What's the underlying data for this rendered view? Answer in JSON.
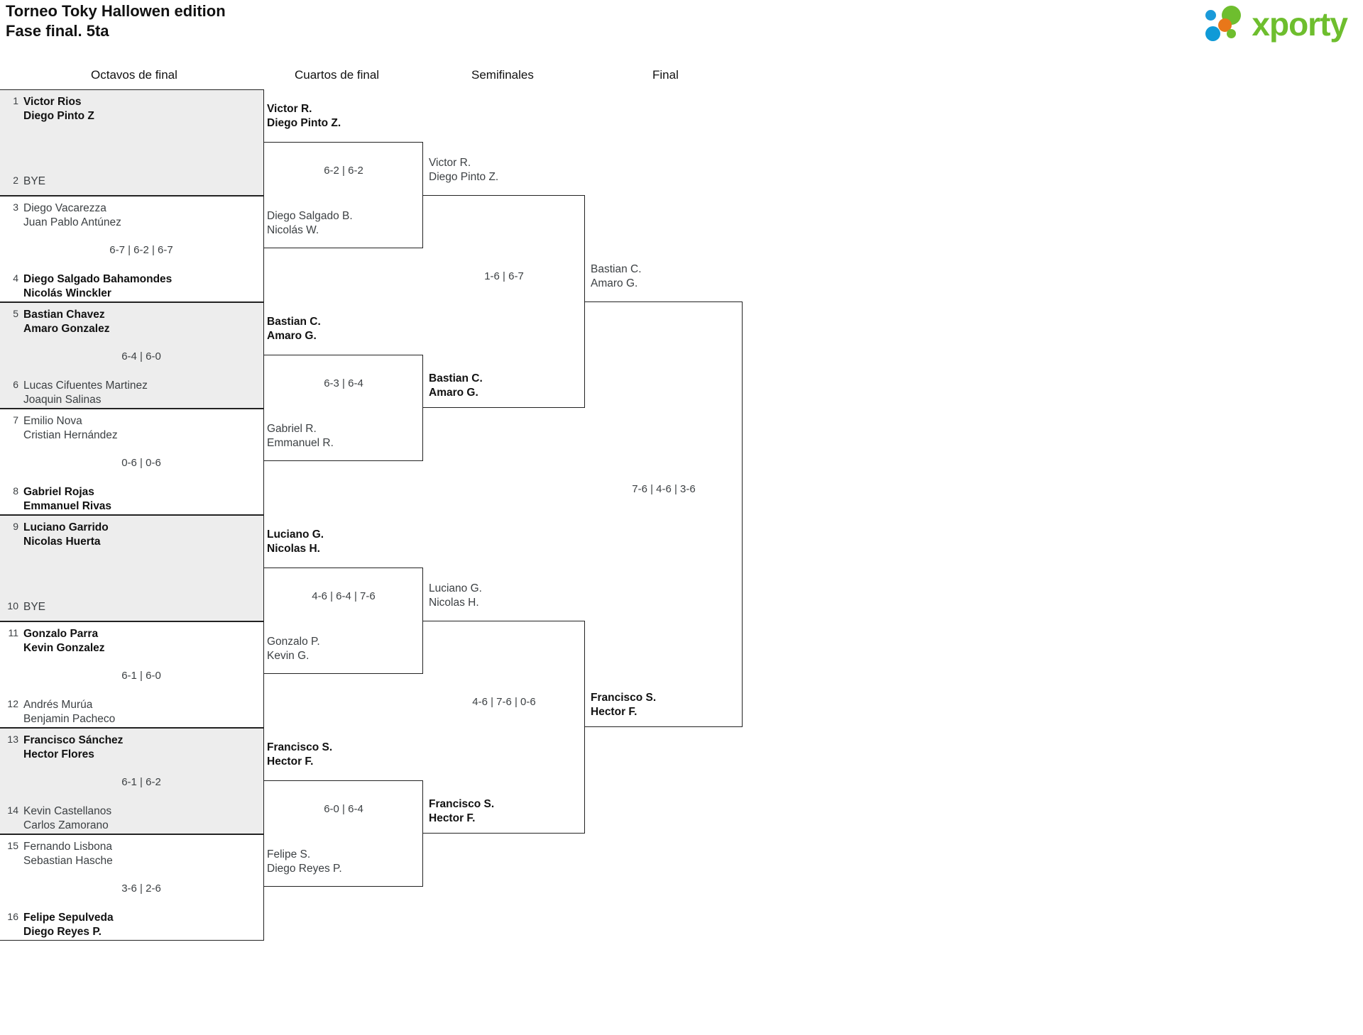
{
  "header": {
    "title_line1": "Torneo Toky Hallowen edition",
    "title_line2": "Fase final. 5ta"
  },
  "brand": {
    "name": "xporty"
  },
  "rounds": [
    {
      "label": "Octavos de final"
    },
    {
      "label": "Cuartos de final"
    },
    {
      "label": "Semifinales"
    },
    {
      "label": "Final"
    }
  ],
  "round1": {
    "matches": [
      {
        "score": "",
        "top": {
          "seed": "1",
          "line1": "Victor Rios",
          "line2": "Diego Pinto Z",
          "winner": true
        },
        "bottom": {
          "seed": "2",
          "line1": "BYE",
          "line2": "",
          "winner": false
        }
      },
      {
        "score": "6-7 | 6-2 | 6-7",
        "top": {
          "seed": "3",
          "line1": "Diego Vacarezza",
          "line2": "Juan Pablo Antúnez",
          "winner": false
        },
        "bottom": {
          "seed": "4",
          "line1": "Diego Salgado Bahamondes",
          "line2": "Nicolás Winckler",
          "winner": true
        }
      },
      {
        "score": "6-4 | 6-0",
        "top": {
          "seed": "5",
          "line1": "Bastian Chavez",
          "line2": "Amaro Gonzalez",
          "winner": true
        },
        "bottom": {
          "seed": "6",
          "line1": "Lucas Cifuentes Martinez",
          "line2": "Joaquin Salinas",
          "winner": false
        }
      },
      {
        "score": "0-6 | 0-6",
        "top": {
          "seed": "7",
          "line1": "Emilio Nova",
          "line2": "Cristian Hernández",
          "winner": false
        },
        "bottom": {
          "seed": "8",
          "line1": "Gabriel Rojas",
          "line2": "Emmanuel Rivas",
          "winner": true
        }
      },
      {
        "score": "",
        "top": {
          "seed": "9",
          "line1": "Luciano Garrido",
          "line2": "Nicolas Huerta",
          "winner": true
        },
        "bottom": {
          "seed": "10",
          "line1": "BYE",
          "line2": "",
          "winner": false
        }
      },
      {
        "score": "6-1 | 6-0",
        "top": {
          "seed": "11",
          "line1": "Gonzalo Parra",
          "line2": "Kevin Gonzalez",
          "winner": true
        },
        "bottom": {
          "seed": "12",
          "line1": "Andrés Murúa",
          "line2": "Benjamin Pacheco",
          "winner": false
        }
      },
      {
        "score": "6-1 | 6-2",
        "top": {
          "seed": "13",
          "line1": "Francisco Sánchez",
          "line2": "Hector Flores",
          "winner": true
        },
        "bottom": {
          "seed": "14",
          "line1": "Kevin Castellanos",
          "line2": "Carlos Zamorano",
          "winner": false
        }
      },
      {
        "score": "3-6 | 2-6",
        "top": {
          "seed": "15",
          "line1": "Fernando Lisbona",
          "line2": "Sebastian Hasche",
          "winner": false
        },
        "bottom": {
          "seed": "16",
          "line1": "Felipe Sepulveda",
          "line2": "Diego Reyes P.",
          "winner": true
        }
      }
    ]
  },
  "round2": {
    "matches": [
      {
        "score": "6-2 | 6-2",
        "top": {
          "line1": "Victor R.",
          "line2": "Diego Pinto Z.",
          "winner": true
        },
        "bottom": {
          "line1": "Diego Salgado B.",
          "line2": "Nicolás W.",
          "winner": false
        }
      },
      {
        "score": "6-3 | 6-4",
        "top": {
          "line1": "Bastian C.",
          "line2": "Amaro G.",
          "winner": true
        },
        "bottom": {
          "line1": "Gabriel R.",
          "line2": "Emmanuel R.",
          "winner": false
        }
      },
      {
        "score": "4-6 | 6-4 | 7-6",
        "top": {
          "line1": "Luciano G.",
          "line2": "Nicolas H.",
          "winner": true
        },
        "bottom": {
          "line1": "Gonzalo P.",
          "line2": "Kevin G.",
          "winner": false
        }
      },
      {
        "score": "6-0 | 6-4",
        "top": {
          "line1": "Francisco S.",
          "line2": "Hector F.",
          "winner": true
        },
        "bottom": {
          "line1": "Felipe S.",
          "line2": "Diego Reyes P.",
          "winner": false
        }
      }
    ]
  },
  "round3": {
    "matches": [
      {
        "score": "1-6 | 6-7",
        "top": {
          "line1": "Victor R.",
          "line2": "Diego Pinto Z.",
          "winner": false
        },
        "bottom": {
          "line1": "Bastian C.",
          "line2": "Amaro G.",
          "winner": true
        }
      },
      {
        "score": "4-6 | 7-6 | 0-6",
        "top": {
          "line1": "Luciano G.",
          "line2": "Nicolas H.",
          "winner": false
        },
        "bottom": {
          "line1": "Francisco S.",
          "line2": "Hector F.",
          "winner": true
        }
      }
    ]
  },
  "round4": {
    "matches": [
      {
        "score": "7-6 | 4-6 | 3-6",
        "top": {
          "line1": "Bastian C.",
          "line2": "Amaro G.",
          "winner": false
        },
        "bottom": {
          "line1": "Francisco S.",
          "line2": "Hector F.",
          "winner": true
        }
      }
    ]
  }
}
